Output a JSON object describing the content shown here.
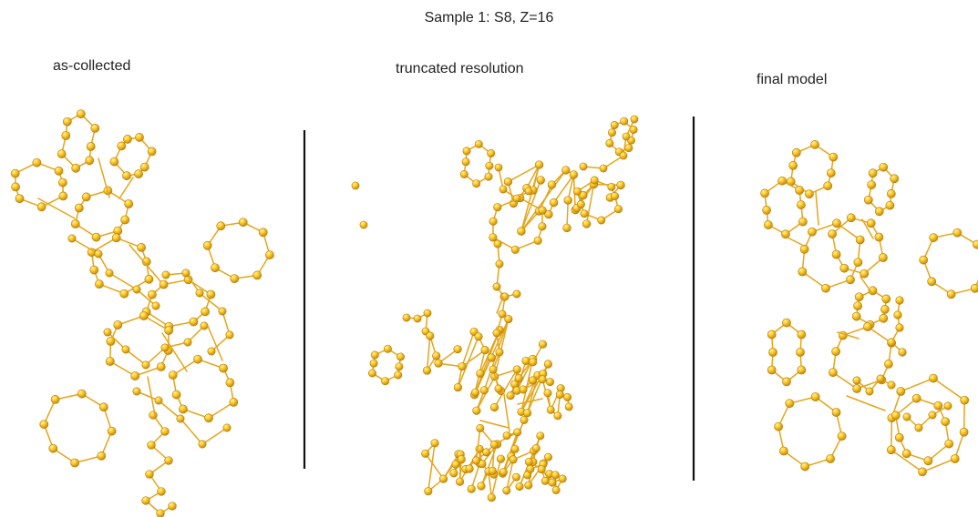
{
  "title": "Sample 1: S8, Z=16",
  "panels": [
    {
      "label": "as-collected"
    },
    {
      "label": "truncated resolution"
    },
    {
      "label": "final model"
    }
  ],
  "colors": {
    "atom": "#e9b51c",
    "atom_highlight": "#ffe47a",
    "atom_edge": "#b47a03",
    "bond": "#e5a51a",
    "separator": "#111111"
  }
}
